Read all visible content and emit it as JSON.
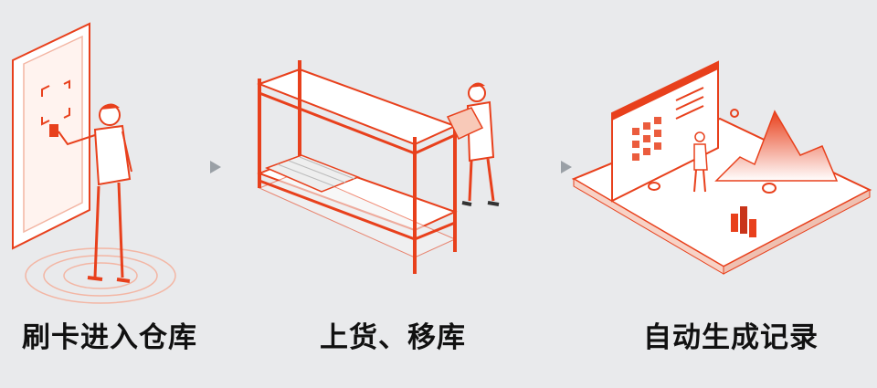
{
  "steps": [
    {
      "label": "刷卡进入仓库",
      "icon": "card-swipe-entry-illustration"
    },
    {
      "label": "上货、移库",
      "icon": "shelving-stocking-illustration"
    },
    {
      "label": "自动生成记录",
      "icon": "record-dashboard-illustration"
    }
  ],
  "colors": {
    "accent": "#e8401c",
    "accent_light": "#f6b8a6",
    "background": "#e9eaec",
    "text": "#111111"
  }
}
